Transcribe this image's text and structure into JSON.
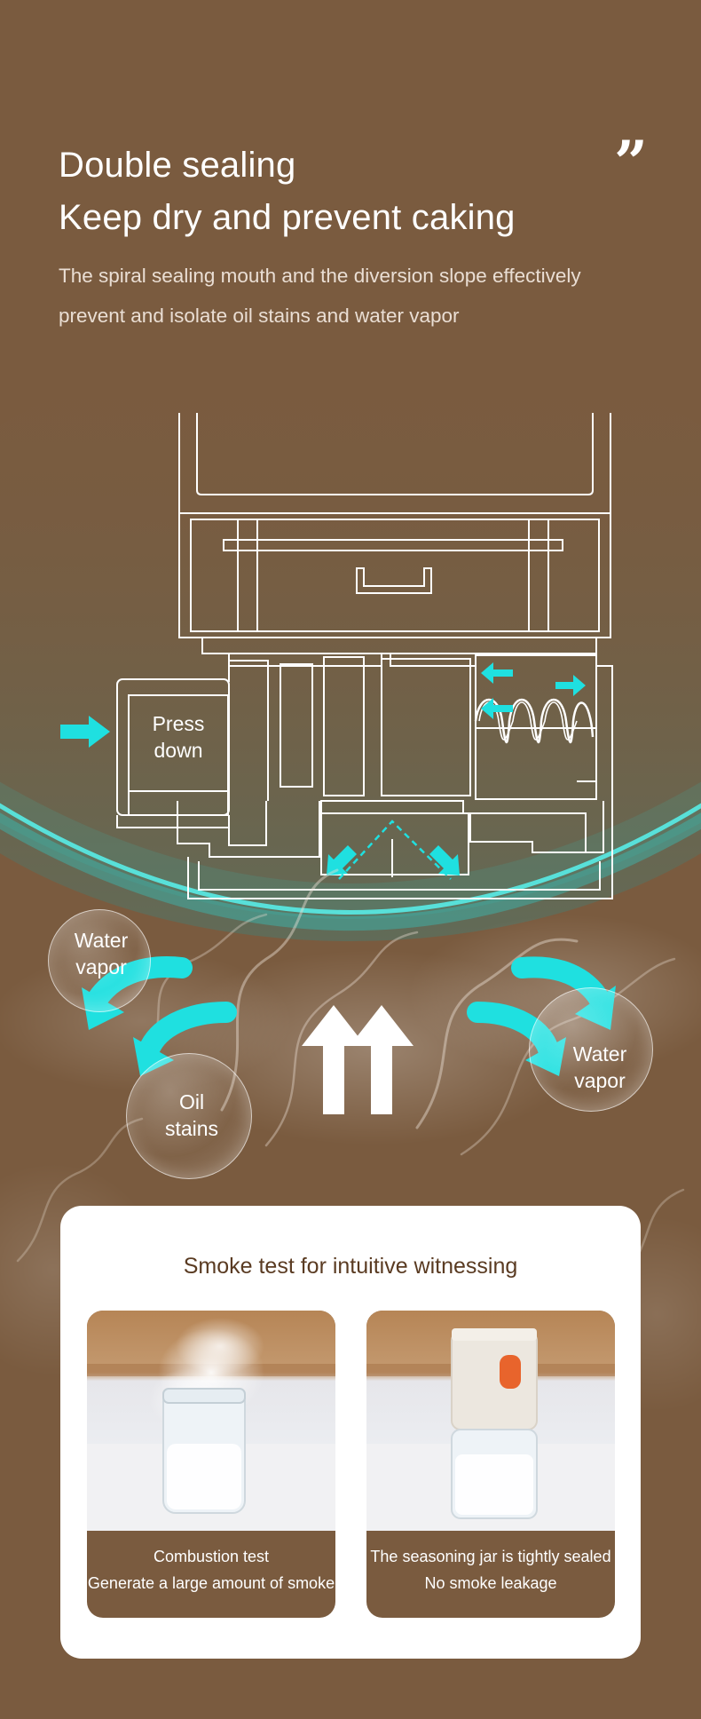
{
  "header": {
    "title_line1": "Double sealing",
    "title_line2": "Keep dry and prevent caking",
    "quote_glyph": "”",
    "description": "The spiral sealing mouth and the diversion slope effectively prevent and isolate oil stains and water vapor"
  },
  "diagram": {
    "press_label": [
      "Press",
      "down"
    ],
    "bubbles": [
      {
        "label": [
          "Water",
          "vapor"
        ]
      },
      {
        "label": [
          "Oil",
          "stains"
        ]
      },
      {
        "label": [
          "Water",
          "vapor"
        ]
      }
    ],
    "colors": {
      "accent": "#1fe0e0",
      "glow": "#2bd3d0",
      "background": "#7a5b3f",
      "line": "#ffffff"
    }
  },
  "card": {
    "title": "Smoke test for intuitive witnessing",
    "panels": [
      {
        "caption_line1": "Combustion test",
        "caption_line2": "Generate a large amount of smoke"
      },
      {
        "caption_line1": "The seasoning jar is tightly sealed",
        "caption_line2": "No smoke leakage"
      }
    ],
    "colors": {
      "title": "#5a3b22",
      "panel_bg": "#7a5b3f",
      "orange_button": "#e8642c"
    }
  }
}
